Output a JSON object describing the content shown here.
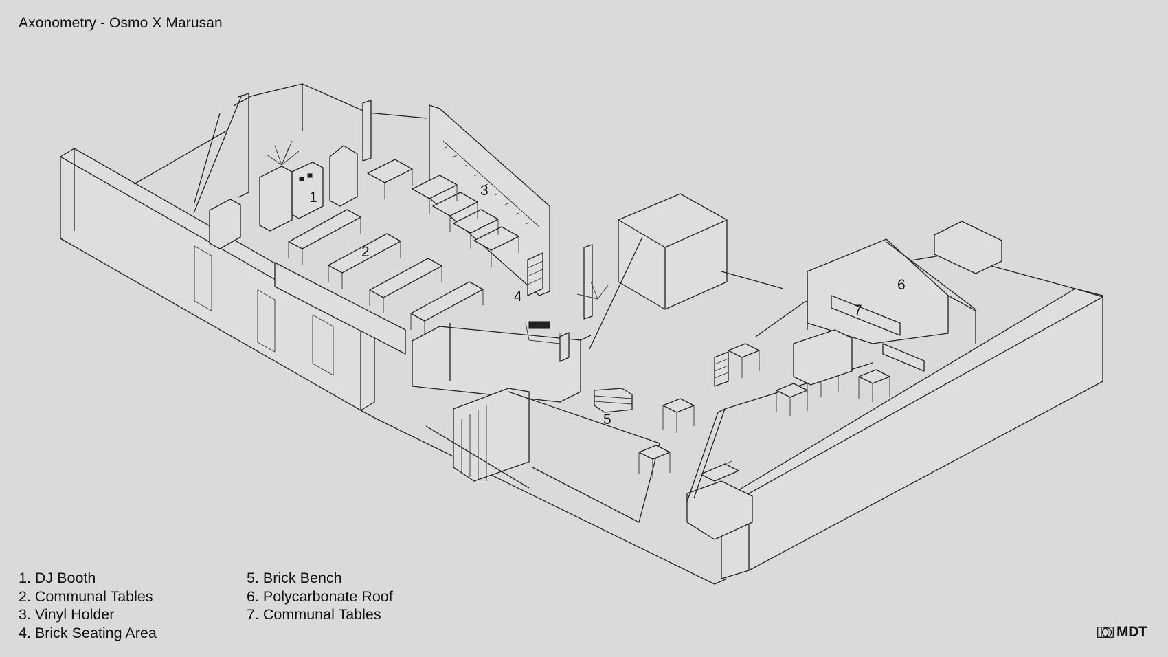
{
  "title": "Axonometry - Osmo X Marusan",
  "markers": [
    "1",
    "2",
    "3",
    "4",
    "5",
    "6",
    "7"
  ],
  "legend": {
    "left": [
      "1. DJ Booth",
      "2. Communal Tables",
      "3. Vinyl Holder",
      "4. Brick Seating Area"
    ],
    "right": [
      "5. Brick Bench",
      "6. Polycarbonate Roof",
      "7. Communal Tables"
    ]
  },
  "brand": {
    "text": "MDT",
    "icon": "mdt-logo-icon"
  }
}
